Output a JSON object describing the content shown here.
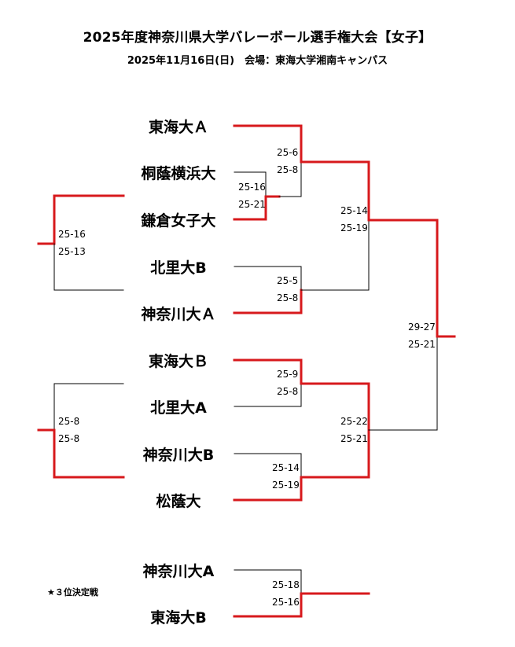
{
  "title": "2025年度神奈川県大学バレーボール選手権大会【女子】",
  "subtitle": "2025年11月16日(日)　会場：東海大学湘南キャンパス",
  "teams": [
    "東海大Ａ",
    "桐蔭横浜大",
    "鎌倉女子大",
    "北里大B",
    "神奈川大Ａ",
    "東海大Ｂ",
    "北里大A",
    "神奈川大B",
    "松蔭大"
  ],
  "third_place": {
    "label": "★３位決定戦",
    "teams": [
      "神奈川大A",
      "東海大B"
    ],
    "scores": [
      "25-18",
      "25-16"
    ]
  },
  "matches": {
    "r1_tokai_b_toin": [
      "25-16",
      "25-21"
    ],
    "r2_tokai_a_kamakura": [
      "25-6",
      "25-8"
    ],
    "r2_kitasato_b_kanagawa_a": [
      "25-5",
      "25-8"
    ],
    "semi_top": [
      "25-14",
      "25-19"
    ],
    "r2_tokai_b_kitasato_a": [
      "25-9",
      "25-8"
    ],
    "r2_kanagawa_b_shoin": [
      "25-14",
      "25-19"
    ],
    "semi_bottom": [
      "25-22",
      "25-21"
    ],
    "final": [
      "29-27",
      "25-21"
    ],
    "left_top": [
      "25-16",
      "25-13"
    ],
    "left_bottom": [
      "25-8",
      "25-8"
    ]
  },
  "colors": {
    "win": "#d7191c",
    "lose": "#000000"
  }
}
